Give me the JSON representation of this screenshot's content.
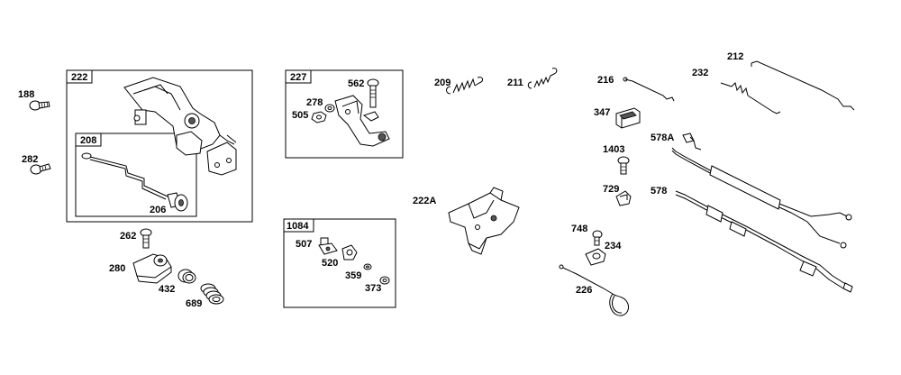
{
  "groups": [
    {
      "id": "g222",
      "title": "222"
    },
    {
      "id": "g208",
      "title": "208"
    },
    {
      "id": "g227",
      "title": "227"
    },
    {
      "id": "g1084",
      "title": "1084"
    }
  ],
  "labels": {
    "p188": "188",
    "p282": "282",
    "p206": "206",
    "p262": "262",
    "p280": "280",
    "p432": "432",
    "p689": "689",
    "p562": "562",
    "p278": "278",
    "p505": "505",
    "p507": "507",
    "p520": "520",
    "p359": "359",
    "p373": "373",
    "p209": "209",
    "p211": "211",
    "p222A": "222A",
    "p216": "216",
    "p232": "232",
    "p212": "212",
    "p347": "347",
    "p578A": "578A",
    "p1403": "1403",
    "p729": "729",
    "p578": "578",
    "p748": "748",
    "p234": "234",
    "p226": "226"
  }
}
